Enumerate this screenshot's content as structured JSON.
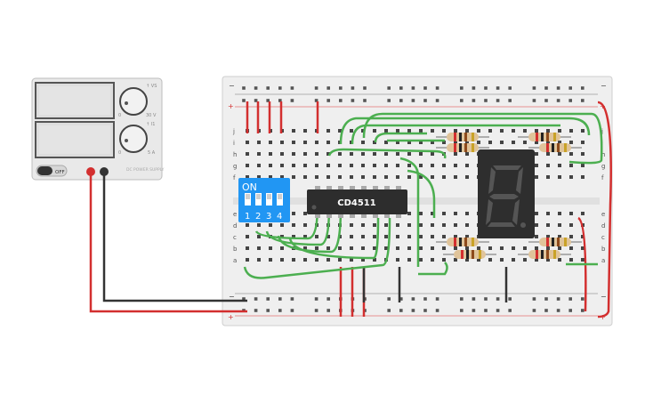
{
  "power_supply": {
    "volt_label": "0 - 30 V",
    "amp_label": "0 - 5 A",
    "knob_min": "0",
    "knob_volt_max": "30 V",
    "knob_amp_max": "5 A",
    "knob_top_v": "↑ VS",
    "knob_top_a": "↑ I1",
    "switch_label": "OFF",
    "brand": "DC POWER SUPPLY"
  },
  "breadboard": {
    "row_letters_top": [
      "j",
      "i",
      "h",
      "g",
      "f"
    ],
    "row_letters_bottom": [
      "e",
      "d",
      "c",
      "b",
      "a"
    ],
    "plus_label": "+",
    "minus_label": "−"
  },
  "dip_switch": {
    "label": "ON",
    "numbers": [
      "1",
      "2",
      "3",
      "4"
    ]
  },
  "ic": {
    "label": "CD4511"
  },
  "colors": {
    "wire_red": "#d32f2f",
    "wire_green": "#4caf50",
    "wire_black": "#333333",
    "dip_blue": "#2196f3",
    "display_dark": "#2e2e2e"
  }
}
